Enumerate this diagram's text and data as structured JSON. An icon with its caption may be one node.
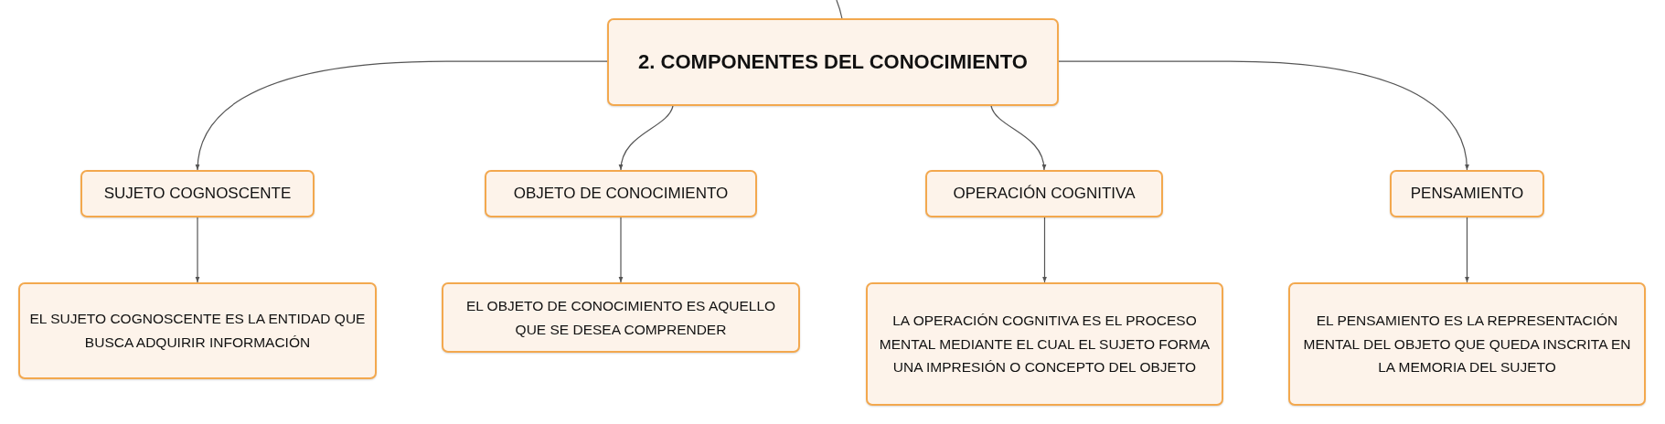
{
  "diagram": {
    "nodes": [
      {
        "text": [
          "2. COMPONENTES DEL CONOCIMIENTO"
        ]
      },
      {
        "text": [
          "SUJETO COGNOSCENTE"
        ]
      },
      {
        "text": [
          "OBJETO DE CONOCIMIENTO"
        ]
      },
      {
        "text": [
          "OPERACIÓN COGNITIVA"
        ]
      },
      {
        "text": [
          "PENSAMIENTO"
        ]
      },
      {
        "text": [
          "EL SUJETO COGNOSCENTE ES LA ENTIDAD QUE BUSCA ADQUIRIR INFORMACIÓN"
        ]
      },
      {
        "text": [
          "EL OBJETO DE CONOCIMIENTO ES AQUELLO QUE SE DESEA COMPRENDER"
        ]
      },
      {
        "text": [
          "LA OPERACIÓN COGNITIVA ES EL PROCESO MENTAL MEDIANTE EL CUAL EL SUJETO FORMA UNA IMPRESIÓN O CONCEPTO DEL OBJETO"
        ]
      },
      {
        "text": [
          "EL PENSAMIENTO ES LA REPRESENTACIÓN MENTAL DEL OBJETO QUE QUEDA INSCRITA EN LA MEMORIA DEL SUJETO"
        ]
      }
    ],
    "edges": [
      {
        "from": null,
        "to": 0,
        "arrow": "none"
      },
      {
        "from": 0,
        "to": 1,
        "arrow": "to"
      },
      {
        "from": 0,
        "to": 2,
        "arrow": "to"
      },
      {
        "from": 0,
        "to": 3,
        "arrow": "to"
      },
      {
        "from": 0,
        "to": 4,
        "arrow": "to"
      },
      {
        "from": 1,
        "to": 5,
        "arrow": "to"
      },
      {
        "from": 2,
        "to": 6,
        "arrow": "to"
      },
      {
        "from": 3,
        "to": 7,
        "arrow": "to"
      },
      {
        "from": 4,
        "to": 8,
        "arrow": "to"
      }
    ]
  }
}
